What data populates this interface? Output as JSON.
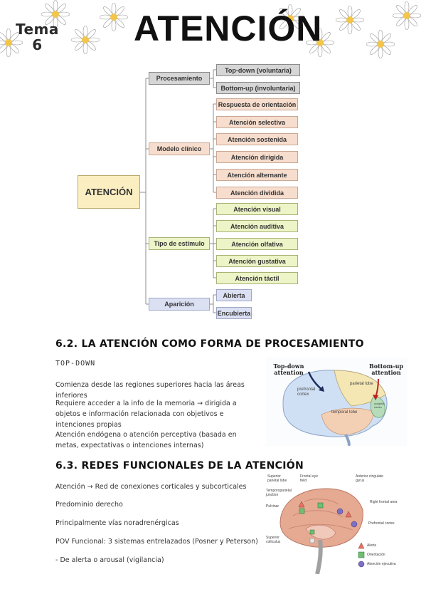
{
  "header": {
    "tema_label": "Tema",
    "tema_number": "6",
    "title": "ATENCIÓN"
  },
  "diagram": {
    "root": "ATENCIÓN",
    "branches": [
      {
        "label": "Procesamiento",
        "children": [
          "Top-down (voluntaria)",
          "Bottom-up (involuntaria)"
        ]
      },
      {
        "label": "Modelo clínico",
        "children": [
          "Respuesta de orientación",
          "Atención selectiva",
          "Atención sostenida",
          "Atención dirigida",
          "Atención alternante",
          "Atención dividida"
        ]
      },
      {
        "label": "Tipo de estímulo",
        "children": [
          "Atención visual",
          "Atención auditiva",
          "Atención olfativa",
          "Atención gustativa",
          "Atención táctil"
        ]
      },
      {
        "label": "Aparición",
        "children": [
          "Abierta",
          "Encubierta"
        ]
      }
    ]
  },
  "section_62": {
    "heading": "6.2. LA ATENCIÓN COMO FORMA DE PROCESAMIENTO",
    "subheading": "TOP-DOWN",
    "paragraphs": [
      "Comienza desde las regiones superiores hacia las áreas inferiores",
      "Requiere acceder a la info de la memoria → dirigida a objetos e información relacionada con objetivos e intenciones propias",
      "Atención endógena o atención perceptiva (basada en metas, expectativas o intenciones internas)"
    ],
    "figure": {
      "top_down_label": "Top-down attention",
      "bottom_up_label": "Bottom-up attention",
      "prefrontal": "prefrontal cortex",
      "parietal": "parietal lobe",
      "temporal": "temporal lobe",
      "occipital": "occipital cortex"
    }
  },
  "section_63": {
    "heading": "6.3. REDES FUNCIONALES DE LA ATENCIÓN",
    "items": [
      "Atención → Red de conexiones corticales y subcorticales",
      "Predominio derecho",
      "Principalmente vías noradrenérgicas",
      "POV Funcional: 3 sistemas entrelazados (Posner y Peterson)",
      "- De alerta o arousal (vigilancia)"
    ],
    "figure": {
      "labels": {
        "superior_parietal": "Superior parietal lobe",
        "frontal_eye": "Frontal eye field",
        "anterior_cingulate": "Anterior cingulate gyrus",
        "temporoparietal": "Temporoparietal junction",
        "pulvinar": "Pulvinar",
        "right_frontal": "Right frontal area",
        "prefrontal": "Prefrontal cortex",
        "superior_colliculus": "Superior colliculus"
      },
      "legend": [
        {
          "label": "Alerta",
          "color": "#e57366"
        },
        {
          "label": "Orientación",
          "color": "#6fbf73"
        },
        {
          "label": "Atención ejecutiva",
          "color": "#7d70c4"
        }
      ]
    }
  }
}
